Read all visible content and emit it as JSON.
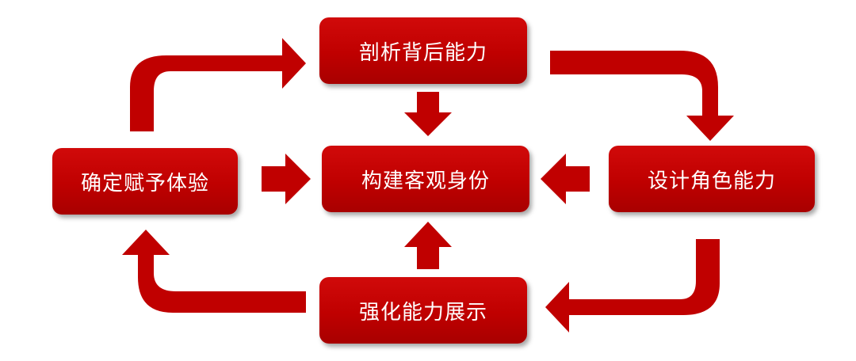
{
  "colors": {
    "box": "#c00000",
    "arrow": "#c00000",
    "text": "#ffffff"
  },
  "boxes": {
    "top": "剖析背后能力",
    "center": "构建客观身份",
    "left": "确定赋予体验",
    "right": "设计角色能力",
    "bottom": "强化能力展示"
  }
}
